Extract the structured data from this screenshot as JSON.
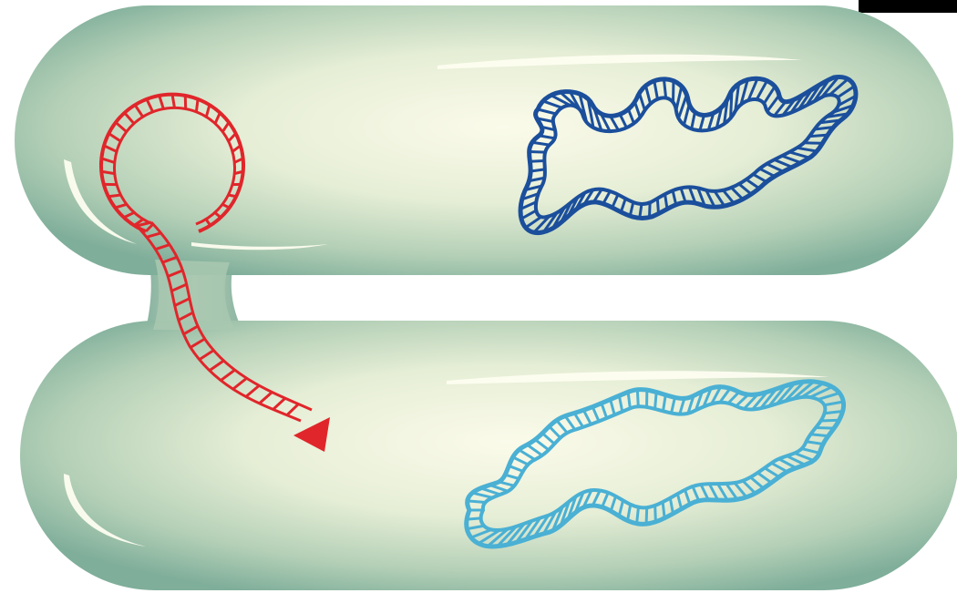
{
  "diagram": {
    "type": "bacterial conjugation illustration",
    "colors": {
      "cell_edge": "#7fae9a",
      "cell_mid": "#c9ddc6",
      "cell_center": "#fbfbea",
      "highlight": "#fdfdf0",
      "plasmid": "#e0262b",
      "donor_chromosome": "#1b4f9c",
      "recipient_chromosome": "#4ab0d4",
      "corner_block": "#000000"
    },
    "elements": [
      "donor-cell",
      "recipient-cell",
      "conjugation-pilus-bridge",
      "plasmid-circle",
      "transferring-plasmid-strand",
      "transfer-arrow-head",
      "donor-chromosome",
      "recipient-chromosome"
    ]
  }
}
